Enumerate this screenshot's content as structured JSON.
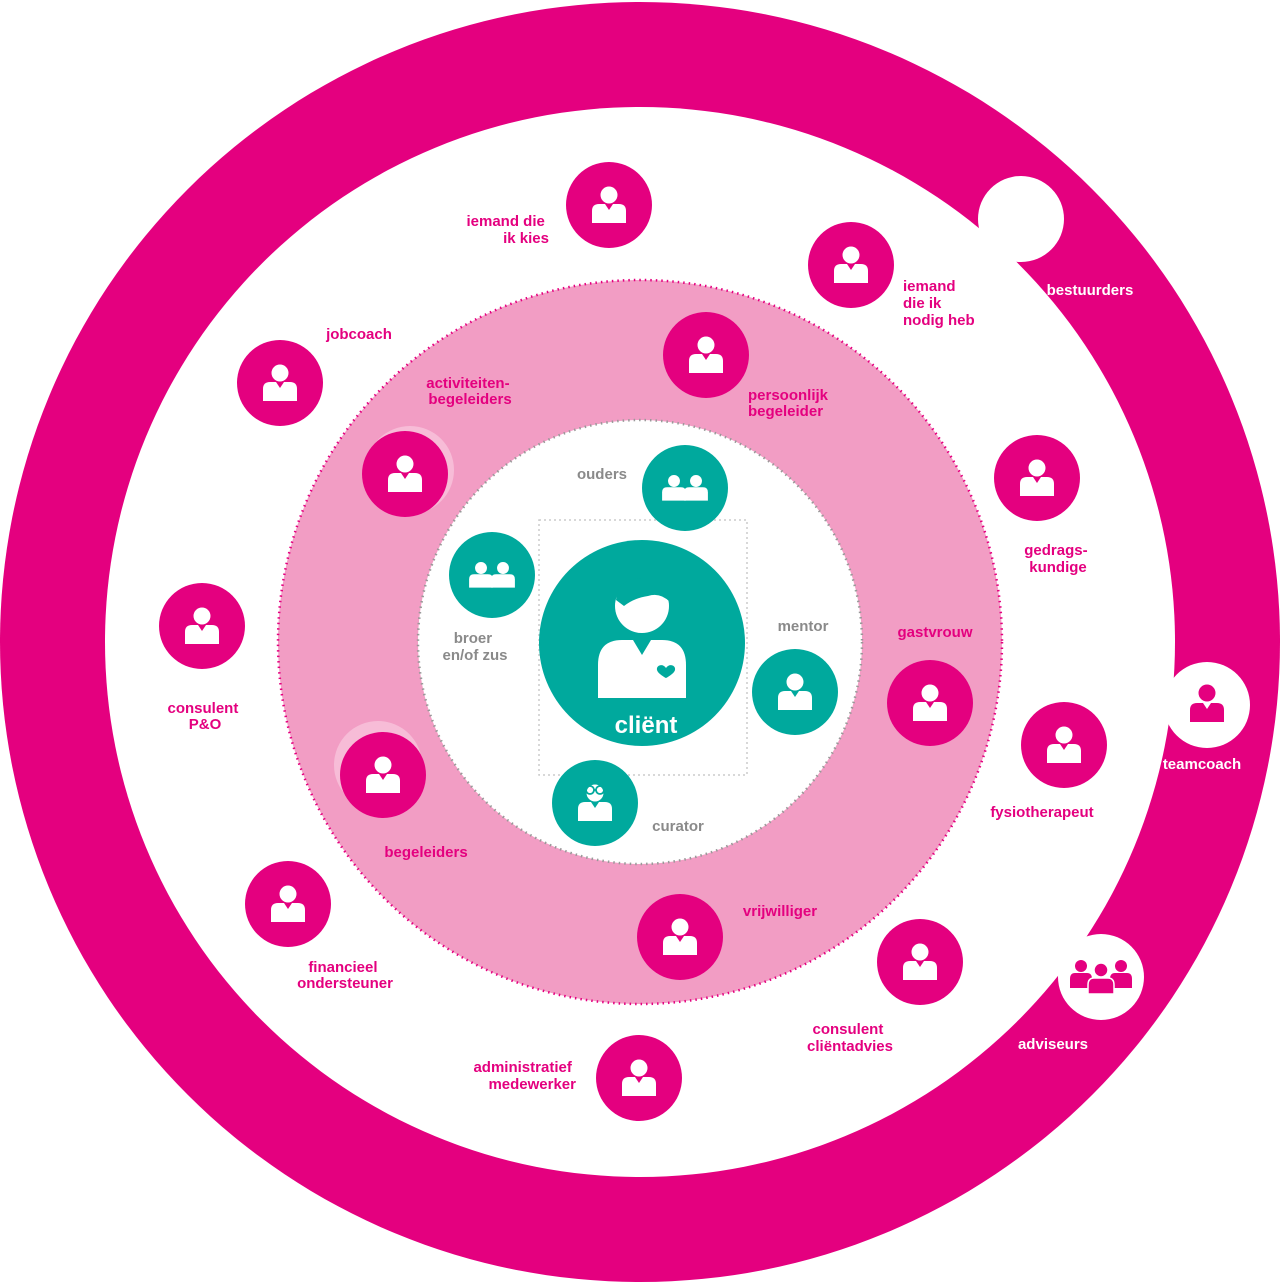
{
  "colors": {
    "outer_ring": "#e4007f",
    "pink_band": "#f29dc4",
    "teal": "#00a99d",
    "node_pink": "#e4007f",
    "label_gray": "#8a8a8a",
    "white": "#ffffff"
  },
  "center": {
    "label": "cliënt",
    "icon": "client-with-heart-icon"
  },
  "family_ring": [
    {
      "id": "ouders",
      "lines": [
        "ouders"
      ],
      "icon": "two-people-icon"
    },
    {
      "id": "broer-zus",
      "lines": [
        "broer",
        "en/of zus"
      ],
      "icon": "two-people-icon"
    },
    {
      "id": "mentor",
      "lines": [
        "mentor"
      ],
      "icon": "person-icon"
    },
    {
      "id": "curator",
      "lines": [
        "curator"
      ],
      "icon": "person-glasses-icon"
    }
  ],
  "care_ring": [
    {
      "id": "activiteitenbegeleiders",
      "lines": [
        "activiteiten-",
        "begeleiders"
      ],
      "icon": "person-icon"
    },
    {
      "id": "persoonlijk-begeleider",
      "lines": [
        "persoonlijk",
        "begeleider"
      ],
      "icon": "person-icon"
    },
    {
      "id": "gastvrouw",
      "lines": [
        "gastvrouw"
      ],
      "icon": "person-icon"
    },
    {
      "id": "vrijwilliger",
      "lines": [
        "vrijwilliger"
      ],
      "icon": "person-icon"
    },
    {
      "id": "begeleiders",
      "lines": [
        "begeleiders"
      ],
      "icon": "person-icon"
    }
  ],
  "support_ring": [
    {
      "id": "iemand-die-ik-kies",
      "lines": [
        "iemand die",
        "ik kies"
      ],
      "icon": "person-icon"
    },
    {
      "id": "iemand-die-ik-nodig-heb",
      "lines": [
        "iemand",
        "die ik",
        "nodig heb"
      ],
      "icon": "person-icon"
    },
    {
      "id": "jobcoach",
      "lines": [
        "jobcoach"
      ],
      "icon": "person-icon"
    },
    {
      "id": "gedragskundige",
      "lines": [
        "gedrags-",
        "kundige"
      ],
      "icon": "person-icon"
    },
    {
      "id": "consulent-po",
      "lines": [
        "consulent",
        "P&O"
      ],
      "icon": "person-icon"
    },
    {
      "id": "fysiotherapeut",
      "lines": [
        "fysiotherapeut"
      ],
      "icon": "person-icon"
    },
    {
      "id": "financieel-ondersteuner",
      "lines": [
        "financieel",
        "ondersteuner"
      ],
      "icon": "person-icon"
    },
    {
      "id": "consulent-clientadvies",
      "lines": [
        "consulent",
        "cliëntadvies"
      ],
      "icon": "person-icon"
    },
    {
      "id": "administratief-medewerker",
      "lines": [
        "administratief",
        "medewerker"
      ],
      "icon": "person-icon"
    }
  ],
  "organisation_ring": [
    {
      "id": "bestuurders",
      "lines": [
        "bestuurders"
      ],
      "icon": "two-people-icon"
    },
    {
      "id": "teamcoach",
      "lines": [
        "teamcoach"
      ],
      "icon": "person-icon"
    },
    {
      "id": "adviseurs",
      "lines": [
        "adviseurs"
      ],
      "icon": "group-icon"
    }
  ]
}
